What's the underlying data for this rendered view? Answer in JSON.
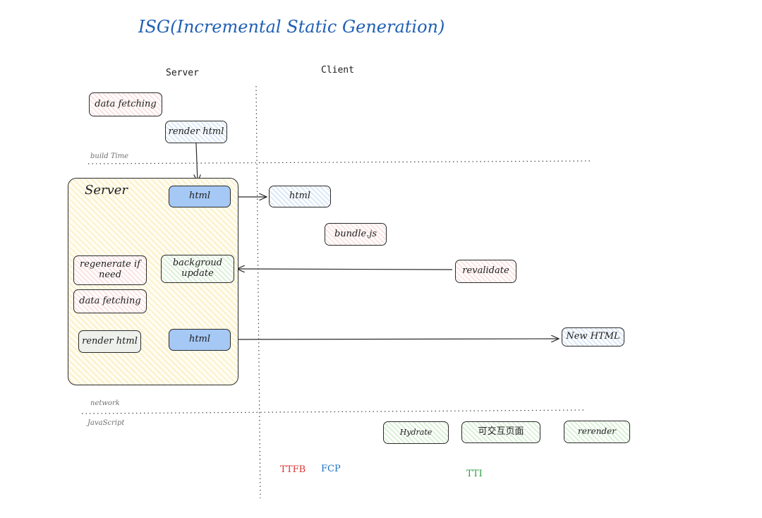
{
  "title": "ISG(Incremental Static Generation)",
  "columns": {
    "server": "Server",
    "client": "Client"
  },
  "lanes": {
    "build_time": "build Time",
    "network": "network",
    "javascript": "JavaScript"
  },
  "server_box_label": "Server",
  "nodes": {
    "data_fetching_top": "data fetching",
    "render_html_top": "render html",
    "html_server_1": "html",
    "html_client": "html",
    "bundle_js": "bundle.js",
    "backgroud_update": "backgroud update",
    "regenerate_if_need": "regenerate if need",
    "data_fetching_inner": "data fetching",
    "revalidate": "revalidate",
    "render_html_inner": "render html",
    "html_server_2": "html",
    "new_html": "New HTML",
    "hydrate": "Hydrate",
    "interactive_page": "可交互页面",
    "rerender": "rerender"
  },
  "metrics": {
    "ttfb": {
      "label": "TTFB",
      "color": "#e03131"
    },
    "fcp": {
      "label": "FCP",
      "color": "#1971c2"
    },
    "tti": {
      "label": "TTI",
      "color": "#2f9e44"
    }
  },
  "colors": {
    "title": "#1f5fb4",
    "pink_fill": "#fbe3e1",
    "blue_fill": "#dbe8f7",
    "green_fill": "#dcf0d8",
    "solid_blue": "#a5c8f5",
    "server_fill": "#fbf0c8"
  }
}
